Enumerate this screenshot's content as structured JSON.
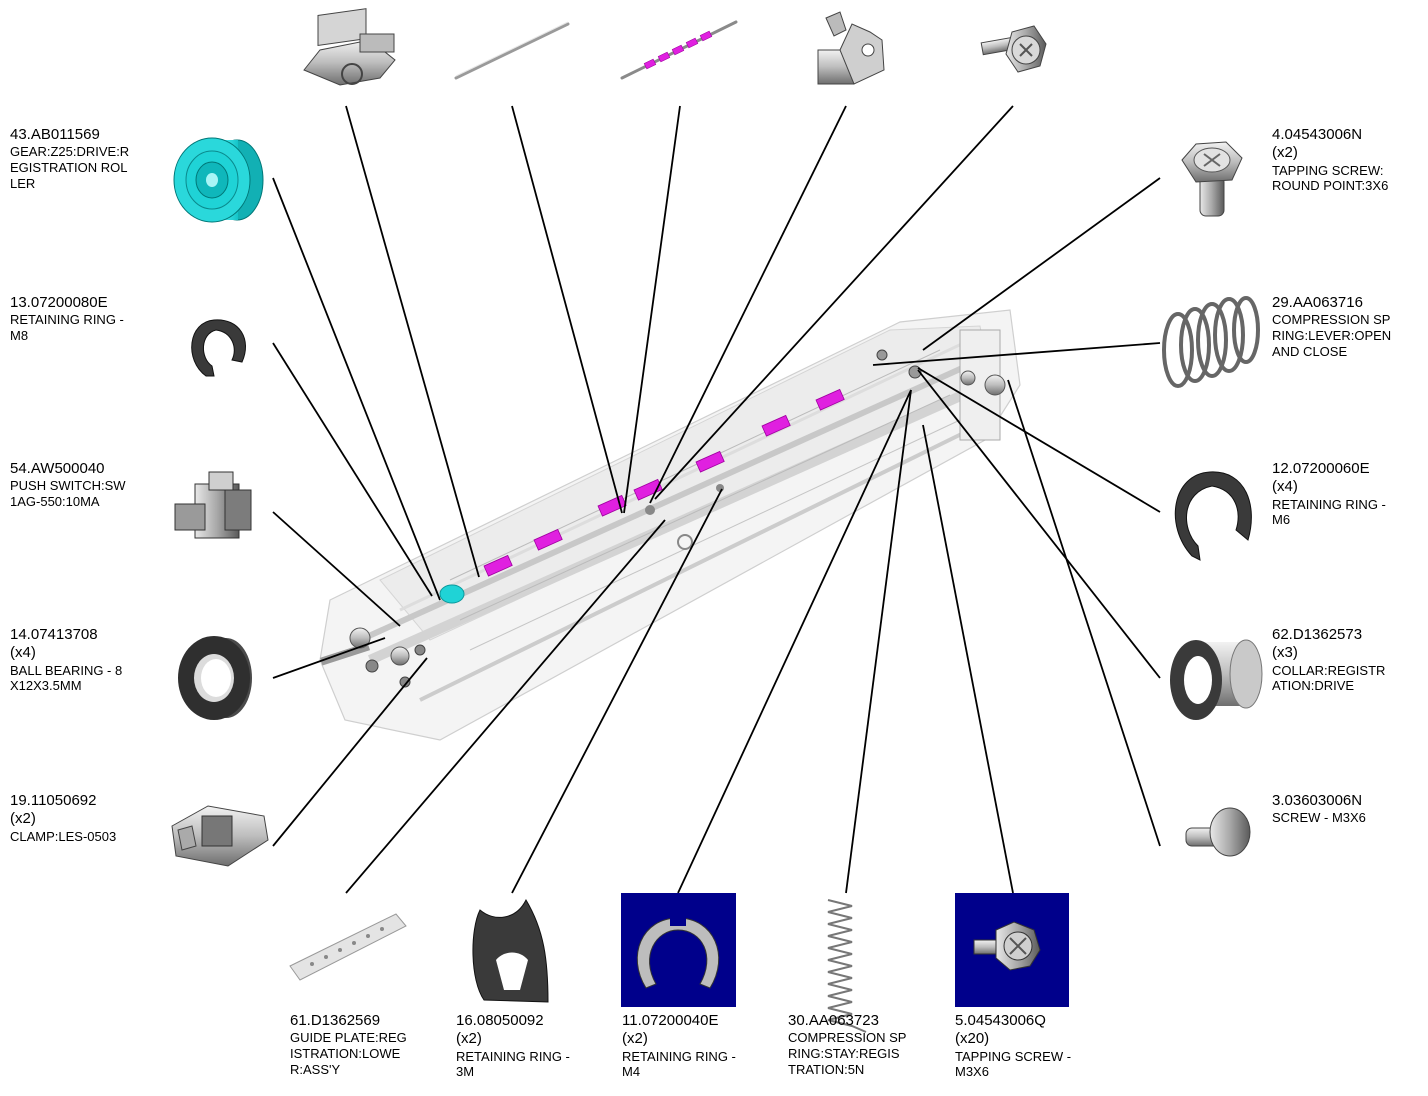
{
  "colors": {
    "highlight_cyan": "#1fd3d6",
    "highlight_magenta": "#e020e0",
    "thumb_background": "#00008b",
    "line": "#000000"
  },
  "callouts": [
    {
      "id": "p43",
      "part": "43.AB011569",
      "qty": "",
      "desc": "GEAR:Z25:DRIVE:R\nEGISTRATION ROL\nLER",
      "icon": "gear-icon"
    },
    {
      "id": "p13",
      "part": "13.07200080E",
      "qty": "",
      "desc": "RETAINING RING -\nM8",
      "icon": "retaining-ring-icon"
    },
    {
      "id": "p54",
      "part": "54.AW500040",
      "qty": "",
      "desc": "PUSH SWITCH:SW\n1AG-550:10MA",
      "icon": "push-switch-icon"
    },
    {
      "id": "p14",
      "part": "14.07413708",
      "qty": "(x4)",
      "desc": "BALL BEARING - 8\nX12X3.5MM",
      "icon": "ball-bearing-icon"
    },
    {
      "id": "p19",
      "part": "19.11050692",
      "qty": "(x2)",
      "desc": "CLAMP:LES-0503",
      "icon": "clamp-icon"
    },
    {
      "id": "p4",
      "part": "4.04543006N",
      "qty": "(x2)",
      "desc": "TAPPING SCREW:\nROUND POINT:3X6",
      "icon": "tapping-screw-icon"
    },
    {
      "id": "p29",
      "part": "29.AA063716",
      "qty": "",
      "desc": "COMPRESSION SP\nRING:LEVER:OPEN\n AND CLOSE",
      "icon": "spring-icon"
    },
    {
      "id": "p12",
      "part": "12.07200060E",
      "qty": "(x4)",
      "desc": "RETAINING RING -\nM6",
      "icon": "retaining-ring-icon"
    },
    {
      "id": "p62",
      "part": "62.D1362573",
      "qty": "(x3)",
      "desc": "COLLAR:REGISTR\nATION:DRIVE",
      "icon": "collar-icon"
    },
    {
      "id": "p3",
      "part": "3.03603006N",
      "qty": "",
      "desc": "SCREW - M3X6",
      "icon": "screw-icon"
    },
    {
      "id": "p61",
      "part": "61.D1362569",
      "qty": "",
      "desc": "GUIDE PLATE:REG\nISTRATION:LOWE\nR:ASS'Y",
      "icon": "guide-plate-icon"
    },
    {
      "id": "p16",
      "part": "16.08050092",
      "qty": "(x2)",
      "desc": "RETAINING RING -\n3M",
      "icon": "retaining-ring-icon"
    },
    {
      "id": "p11",
      "part": "11.07200040E",
      "qty": "(x2)",
      "desc": "RETAINING RING -\nM4",
      "icon": "retaining-ring-icon"
    },
    {
      "id": "p30",
      "part": "30.AA063723",
      "qty": "",
      "desc": "COMPRESSION SP\nRING:STAY:REGIS\nTRATION:5N",
      "icon": "spring-icon"
    },
    {
      "id": "p5",
      "part": "5.04543006Q",
      "qty": "(x20)",
      "desc": "TAPPING SCREW -\n M3X6",
      "icon": "tapping-screw-icon"
    }
  ],
  "top_parts": [
    {
      "id": "t1",
      "icon": "bracket-icon"
    },
    {
      "id": "t2",
      "icon": "shaft-icon"
    },
    {
      "id": "t3",
      "icon": "roller-shaft-icon"
    },
    {
      "id": "t4",
      "icon": "sensor-bracket-icon"
    },
    {
      "id": "t5",
      "icon": "screw-icon"
    }
  ]
}
